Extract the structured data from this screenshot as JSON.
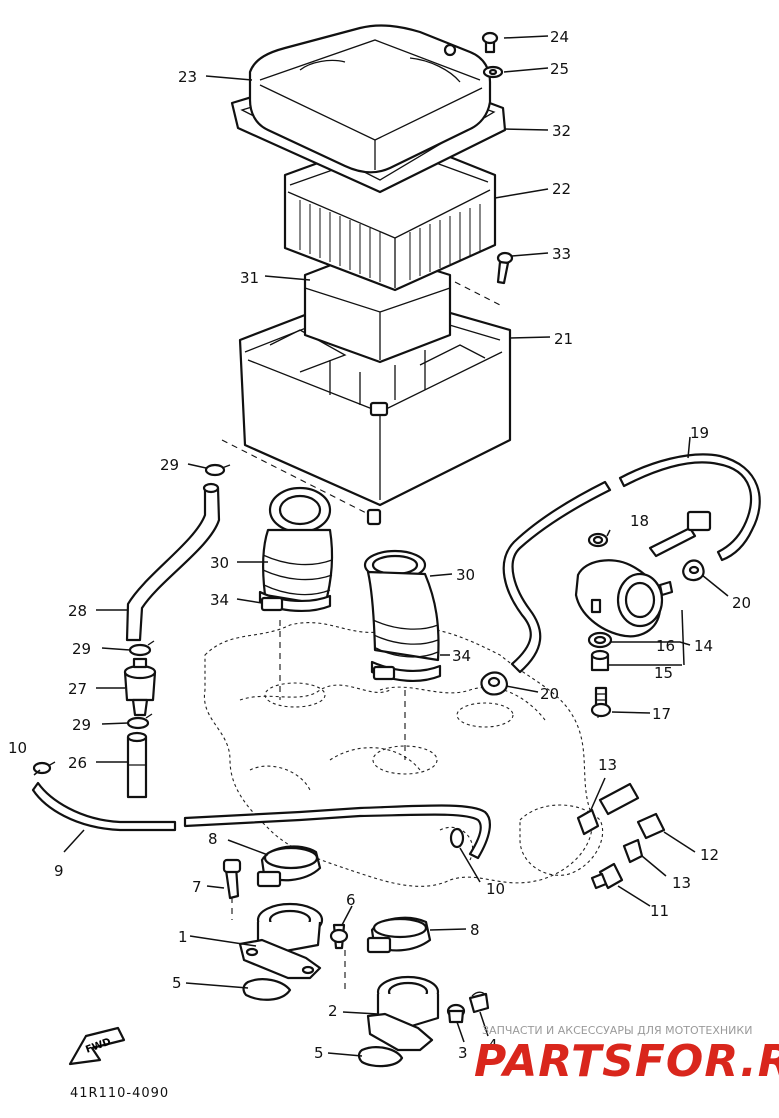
{
  "diagram_code": "41R110-4090",
  "fwd_label": "FWD",
  "watermark": {
    "line1": "ЗАПЧАСТИ И АКСЕССУАРЫ ДЛЯ МОТОТЕХНИКИ",
    "logo": "PARTSFOR.RU"
  },
  "callouts": {
    "c1": "1",
    "c2": "2",
    "c3": "3",
    "c4": "4",
    "c5a": "5",
    "c5b": "5",
    "c6": "6",
    "c7": "7",
    "c8a": "8",
    "c8b": "8",
    "c9": "9",
    "c10a": "10",
    "c10b": "10",
    "c11": "11",
    "c12": "12",
    "c13a": "13",
    "c13b": "13",
    "c14": "14",
    "c15": "15",
    "c16": "16",
    "c17": "17",
    "c18": "18",
    "c19": "19",
    "c20a": "20",
    "c20b": "20",
    "c21": "21",
    "c22": "22",
    "c23": "23",
    "c24": "24",
    "c25": "25",
    "c26": "26",
    "c27": "27",
    "c28": "28",
    "c29a": "29",
    "c29b": "29",
    "c29c": "29",
    "c30a": "30",
    "c30b": "30",
    "c31": "31",
    "c32": "32",
    "c33": "33",
    "c34a": "34",
    "c34b": "34"
  }
}
